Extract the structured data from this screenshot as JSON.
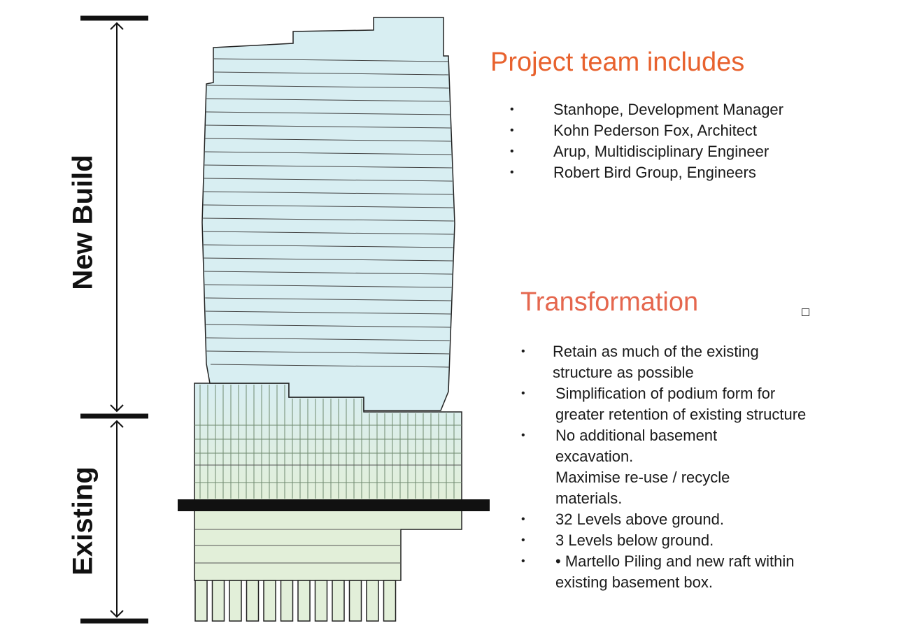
{
  "labels": {
    "new_build": "New Build",
    "existing": "Existing"
  },
  "team": {
    "heading": "Project team includes",
    "bullet": "•",
    "items": [
      "Stanhope, Development Manager",
      "Kohn Pederson Fox, Architect",
      "Arup, Multidisciplinary Engineer",
      "Robert Bird Group, Engineers"
    ]
  },
  "transformation": {
    "heading": "Transformation",
    "bullet": "•",
    "items": [
      "Retain as much of the existing structure as possible",
      "Simplification of podium form for greater retention of existing structure",
      "No additional basement excavation.",
      "Maximise re-use / recycle materials.",
      "32 Levels above ground.",
      "3 Levels below ground.",
      "• Martello Piling and new raft within existing basement box."
    ]
  },
  "colors": {
    "heading": "#e8622e",
    "tower_fill": "#d8eef2",
    "podium_fill": "#e2efd9",
    "outline": "#222222"
  }
}
